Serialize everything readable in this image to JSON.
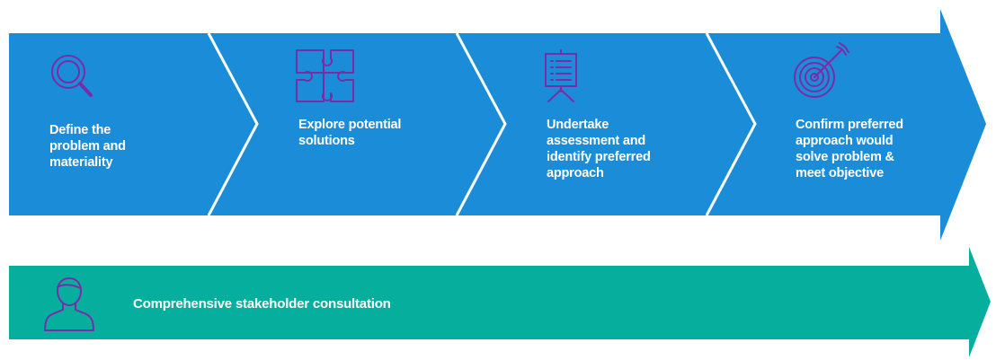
{
  "colors": {
    "process_band": "#1B8DD8",
    "chevron_divider": "#FFFFFF",
    "consultation_band": "#06AE9E",
    "icon_stroke": "#7A2CA8",
    "label_text": "#FFFFFF"
  },
  "process_steps": [
    {
      "label": "Define the\nproblem and\nmateriality",
      "icon": "magnifying-glass-icon"
    },
    {
      "label": "Explore potential\nsolutions",
      "icon": "puzzle-icon"
    },
    {
      "label": "Undertake\nassessment and\nidentify preferred\napproach",
      "icon": "presentation-board-icon"
    },
    {
      "label": "Confirm preferred\napproach would\nsolve problem &\nmeet objective",
      "icon": "target-icon"
    }
  ],
  "consultation": {
    "label": "Comprehensive stakeholder consultation",
    "icon": "person-icon"
  }
}
